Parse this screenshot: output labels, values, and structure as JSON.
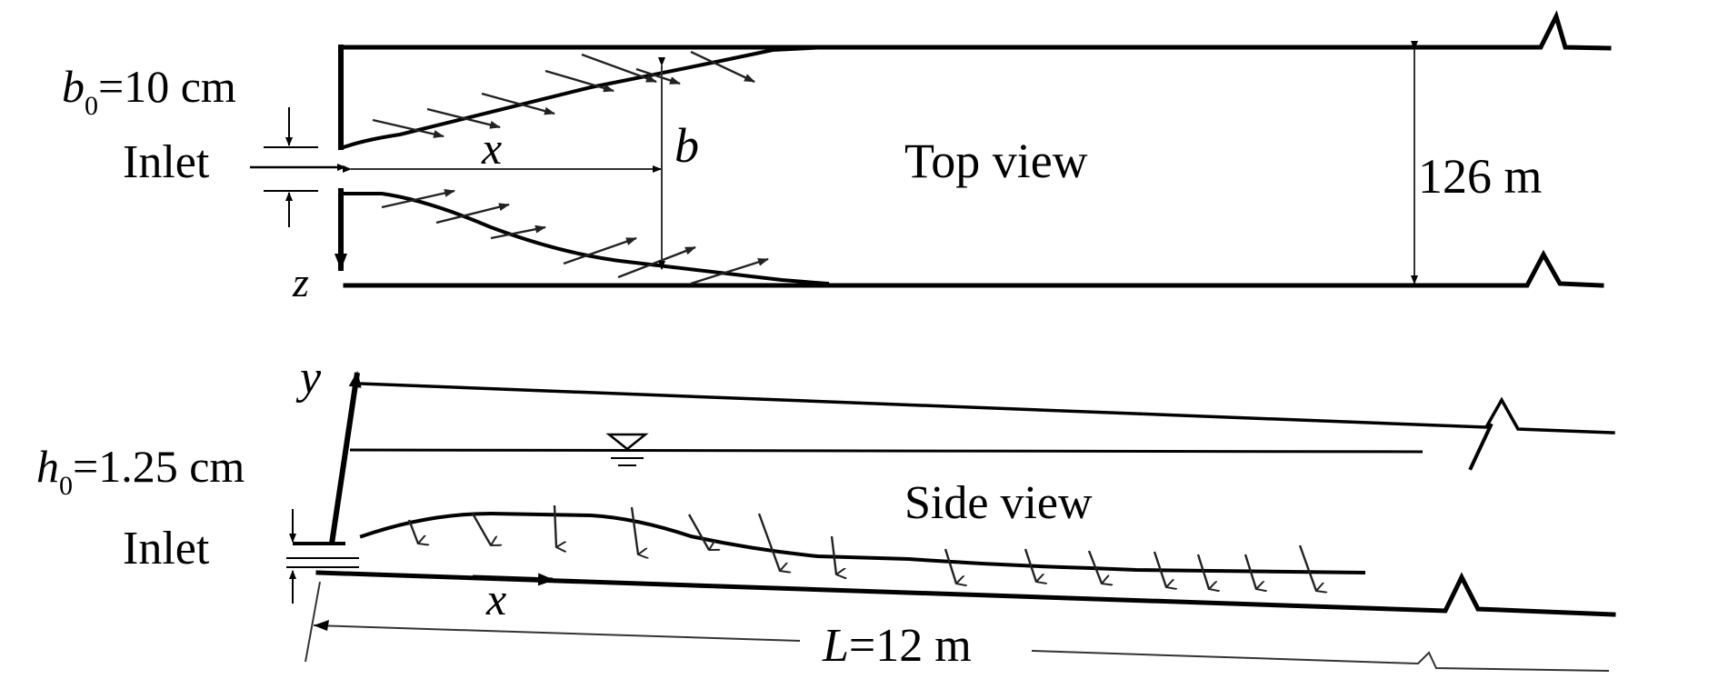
{
  "top_view": {
    "title": "Top view",
    "inlet_label": "Inlet",
    "b0_symbol": "b",
    "b0_subscript": "0",
    "b0_value": "=10 cm",
    "x_label": "x",
    "b_label": "b",
    "z_label": "z",
    "width_label": "126 m"
  },
  "side_view": {
    "title": "Side view",
    "inlet_label": "Inlet",
    "h0_symbol": "h",
    "h0_subscript": "0",
    "h0_value": "=1.25 cm",
    "y_label": "y",
    "x_label": "x",
    "length_symbol": "L",
    "length_value": "=12 m"
  }
}
